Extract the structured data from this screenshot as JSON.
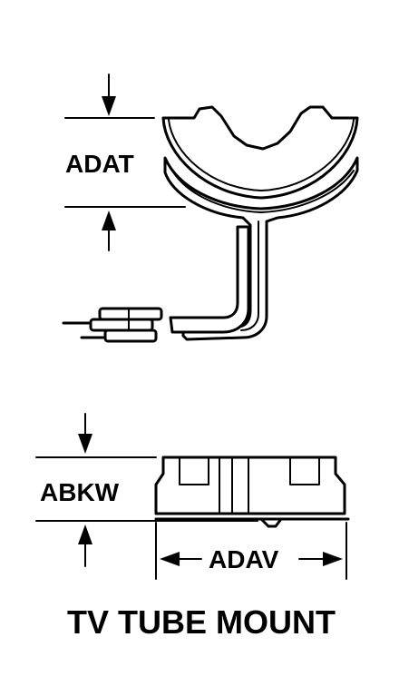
{
  "dimensions": {
    "height_top": "ADAT",
    "height_bottom": "ABKW",
    "width_bottom": "ADAV"
  },
  "caption": "TV TUBE MOUNT"
}
